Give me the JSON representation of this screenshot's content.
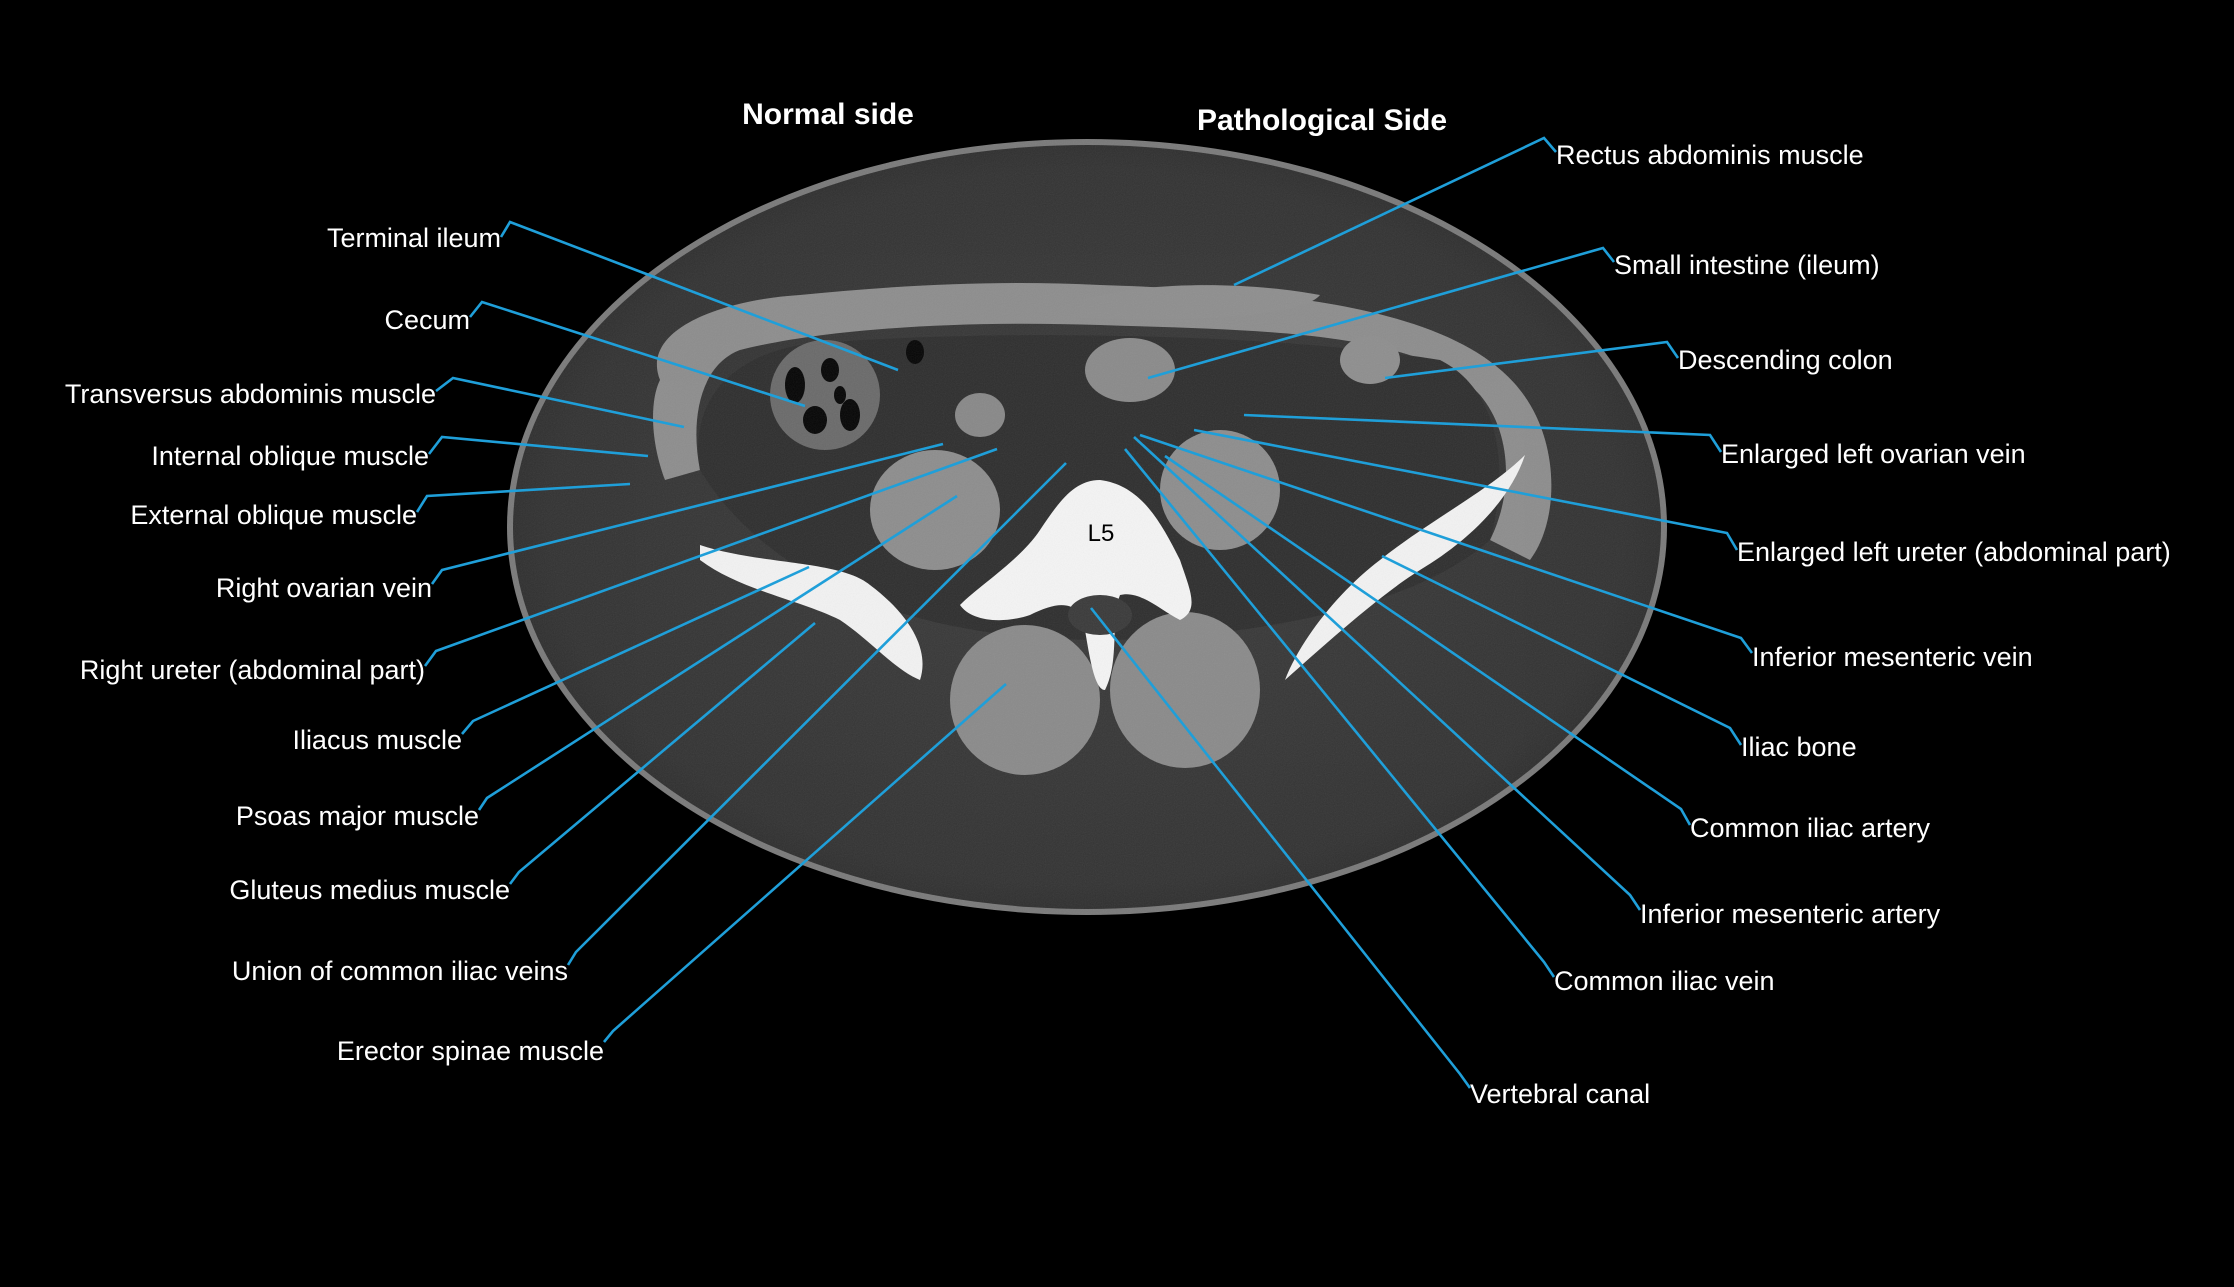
{
  "headers": {
    "normal_side": "Normal side",
    "pathological_side": "Pathological Side"
  },
  "vertebra_label": "L5",
  "colors": {
    "background": "#000000",
    "leader_line": "#1f9fd9",
    "label_text": "#ffffff"
  },
  "labels_left": [
    {
      "text": "Terminal ileum"
    },
    {
      "text": "Cecum"
    },
    {
      "text": "Transversus abdominis muscle"
    },
    {
      "text": "Internal oblique muscle"
    },
    {
      "text": "External oblique muscle"
    },
    {
      "text": "Right ovarian vein"
    },
    {
      "text": "Right ureter (abdominal part)"
    },
    {
      "text": "Iliacus muscle"
    },
    {
      "text": "Psoas major muscle"
    },
    {
      "text": "Gluteus medius muscle"
    },
    {
      "text": "Union of common iliac veins"
    },
    {
      "text": "Erector spinae muscle"
    }
  ],
  "labels_right": [
    {
      "text": "Rectus abdominis muscle"
    },
    {
      "text": "Small intestine (ileum)"
    },
    {
      "text": "Descending colon"
    },
    {
      "text": "Enlarged left ovarian vein"
    },
    {
      "text": "Enlarged left ureter (abdominal part)"
    },
    {
      "text": "Inferior mesenteric vein"
    },
    {
      "text": "Iliac bone"
    },
    {
      "text": "Common iliac artery"
    },
    {
      "text": "Inferior mesenteric artery"
    },
    {
      "text": "Common iliac vein"
    },
    {
      "text": "Vertebral canal"
    }
  ]
}
